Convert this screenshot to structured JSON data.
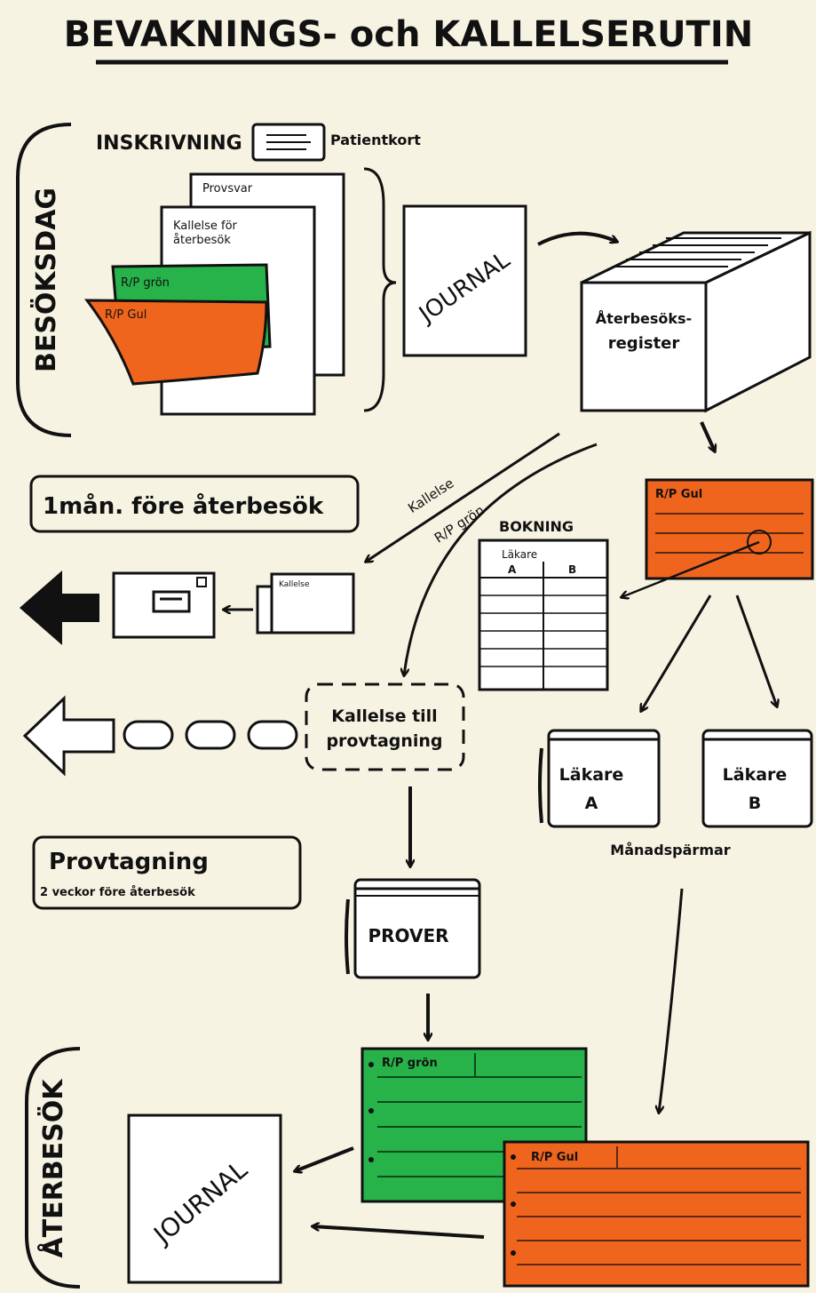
{
  "title": "BEVAKNINGS- och KALLELSERUTIN",
  "sections": {
    "visit_day": "BESÖKSDAG",
    "return_visit": "ÅTERBESÖK"
  },
  "intake": {
    "label": "INSKRIVNING",
    "patient_card": "Patientkort",
    "test_results": "Provsvar",
    "callup_note_line1": "Kallelse för",
    "callup_note_line2": "återbesök",
    "rp_green": "R/P grön",
    "rp_yellow": "R/P Gul"
  },
  "journal_top": "JOURNAL",
  "register": {
    "line1": "Återbesöks-",
    "line2": "register"
  },
  "rp_gul_card": "R/P Gul",
  "one_month_box": "1mån. före återbesök",
  "diagonal_labels": {
    "kallelse": "Kallelse",
    "rp_gron": "R/P grön"
  },
  "booking": {
    "title": "BOKNING",
    "doctor": "Läkare",
    "col_a": "A",
    "col_b": "B"
  },
  "envelope_letter": "Kallelse",
  "callup_sampling": {
    "line1": "Kallelse till",
    "line2": "provtagning"
  },
  "binders": {
    "a_line1": "Läkare",
    "a_line2": "A",
    "b_line1": "Läkare",
    "b_line2": "B",
    "caption": "Månadspärmar"
  },
  "sampling": {
    "line1": "Provtagning",
    "line2": "2 veckor före återbesök"
  },
  "samples_binder": "PROVER",
  "bottom_cards": {
    "green": "R/P grön",
    "orange": "R/P Gul"
  },
  "journal_bottom": "JOURNAL",
  "colors": {
    "paper": "#f7f3e3",
    "green": "#27b24a",
    "orange": "#f0651e",
    "ink": "#111111"
  }
}
